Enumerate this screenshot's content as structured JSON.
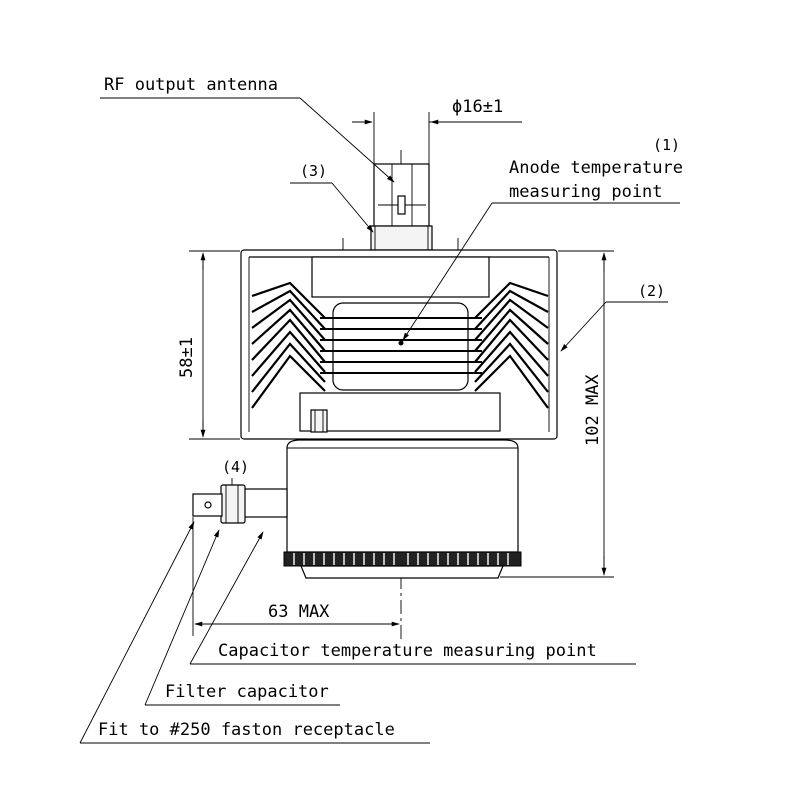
{
  "labels": {
    "rf_output_antenna": "RF output antenna",
    "diameter": "ϕ16±1",
    "callout_1": "(1)",
    "anode_temp_line1": "Anode temperature",
    "anode_temp_line2": "measuring point",
    "callout_2": "(2)",
    "callout_3": "(3)",
    "callout_4": "(4)",
    "height_58": "58±1",
    "height_102": "102 MAX",
    "width_63": "63 MAX",
    "capacitor_temp": "Capacitor temperature measuring point",
    "filter_capacitor": "Filter capacitor",
    "faston": "Fit to #250 faston receptacle"
  }
}
